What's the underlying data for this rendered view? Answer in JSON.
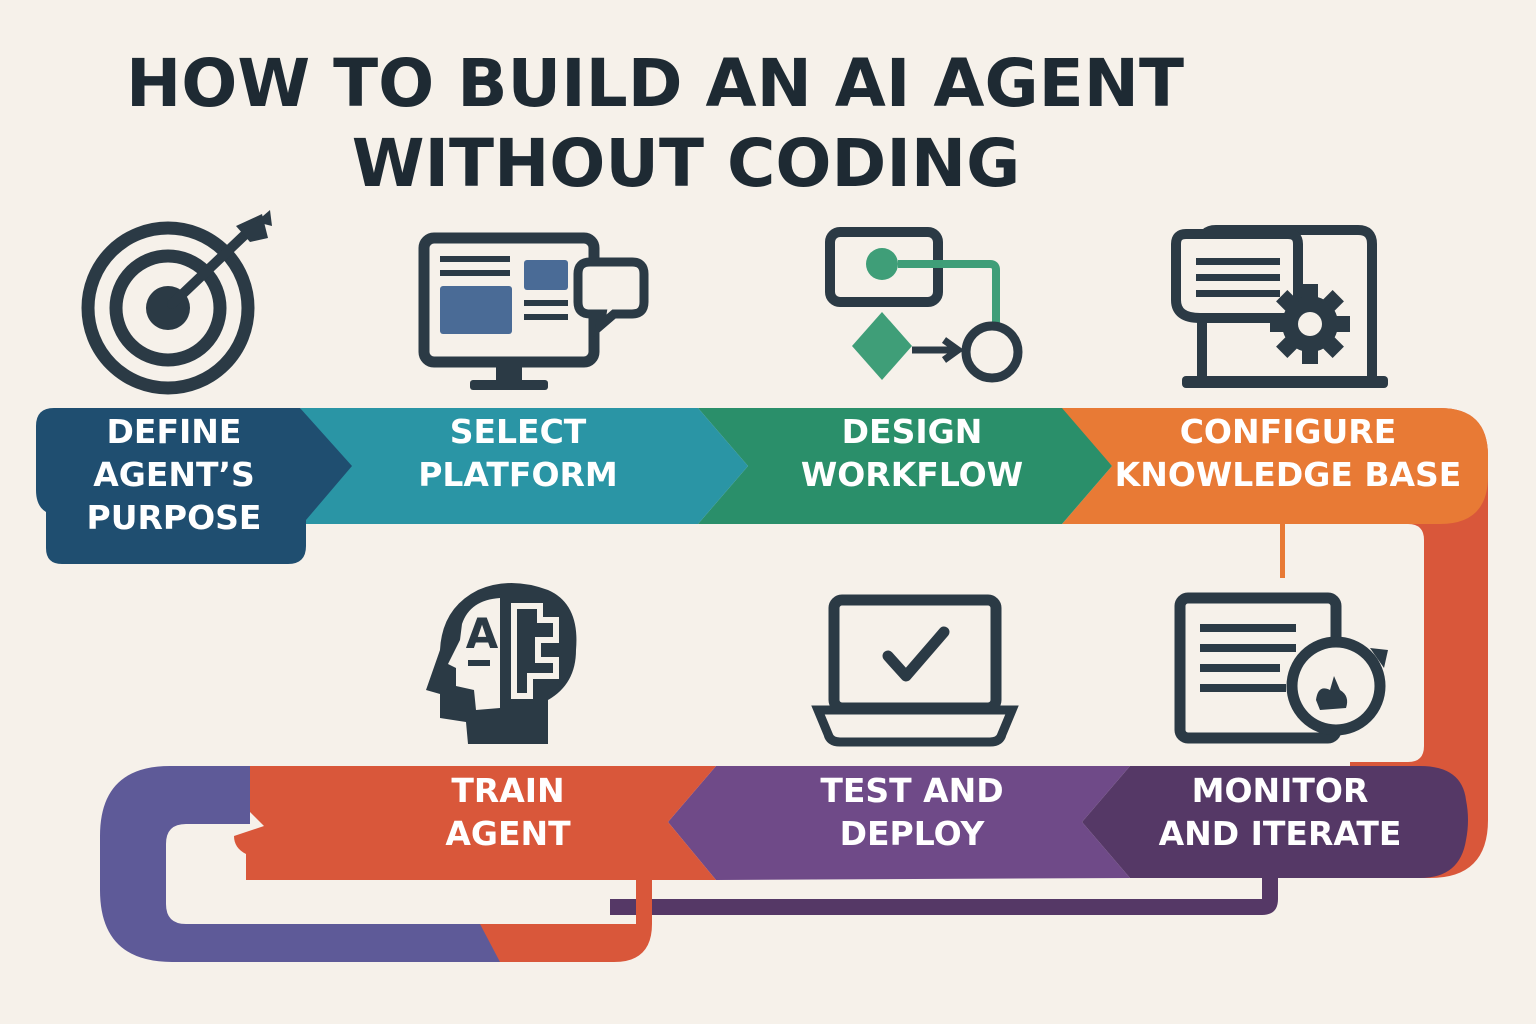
{
  "title": {
    "line1": "HOW TO BUILD AN AI AGENT",
    "line2": "WITHOUT CODING"
  },
  "colors": {
    "background": "#f6f1ea",
    "ink": "#2b3a45",
    "title": "#1e2a33",
    "navy": "#1f4e70",
    "teal": "#2a95a5",
    "green": "#2a8f6a",
    "orange": "#e87a35",
    "red_orange": "#d9573a",
    "purple": "#6f4a88",
    "dark_purple": "#553866",
    "violet": "#5e5a98",
    "icon_blue": "#4a6b96",
    "icon_green": "#3f9e78"
  },
  "steps": [
    {
      "id": "define",
      "lines": [
        "DEFINE",
        "AGENT’S",
        "PURPOSE"
      ],
      "icon": "target-icon"
    },
    {
      "id": "select",
      "lines": [
        "SELECT",
        "PLATFORM"
      ],
      "icon": "monitor-chat-icon"
    },
    {
      "id": "design",
      "lines": [
        "DESIGN",
        "WORKFLOW"
      ],
      "icon": "flowchart-icon"
    },
    {
      "id": "configure",
      "lines": [
        "CONFIGURE",
        "KNOWLEDGE BASE"
      ],
      "icon": "laptop-gear-icon"
    },
    {
      "id": "monitor",
      "lines": [
        "MONITOR",
        "AND ITERATE"
      ],
      "icon": "document-gauge-icon"
    },
    {
      "id": "test",
      "lines": [
        "TEST AND",
        "DEPLOY"
      ],
      "icon": "laptop-check-icon"
    },
    {
      "id": "train",
      "lines": [
        "TRAIN",
        "AGENT"
      ],
      "icon": "ai-brain-head-icon"
    }
  ],
  "icon_text": {
    "ai_letter": "A"
  }
}
